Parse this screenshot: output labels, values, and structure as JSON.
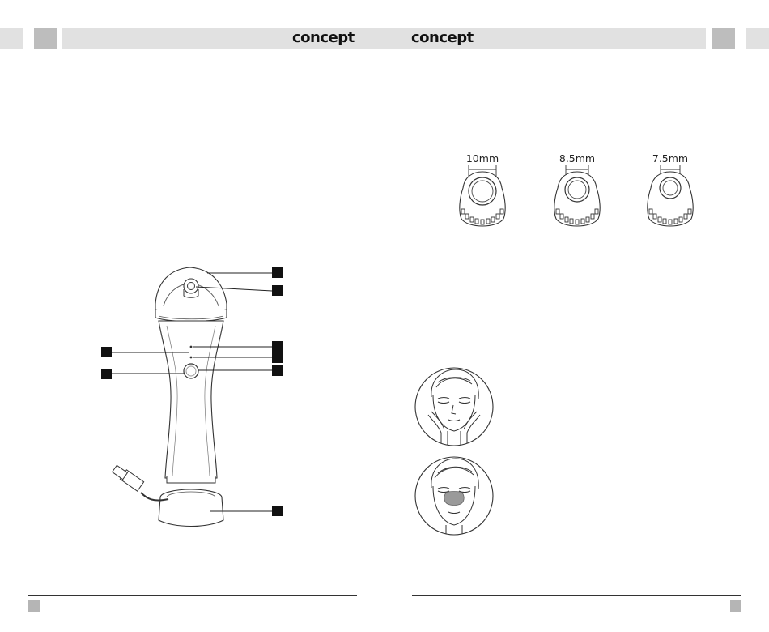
{
  "header": {
    "left_logo": "concept",
    "right_logo": "concept"
  },
  "nozzles": [
    {
      "size": "10mm"
    },
    {
      "size": "8.5mm"
    },
    {
      "size": "7.5mm"
    }
  ],
  "device_callouts": [
    "",
    "",
    "",
    "",
    "",
    "",
    "",
    ""
  ],
  "icons": {
    "device": "blackhead-vacuum-device-illustration",
    "face_1": "face-cheeks-illustration",
    "face_2": "face-nose-illustration",
    "usb": "usb-cable-icon"
  }
}
